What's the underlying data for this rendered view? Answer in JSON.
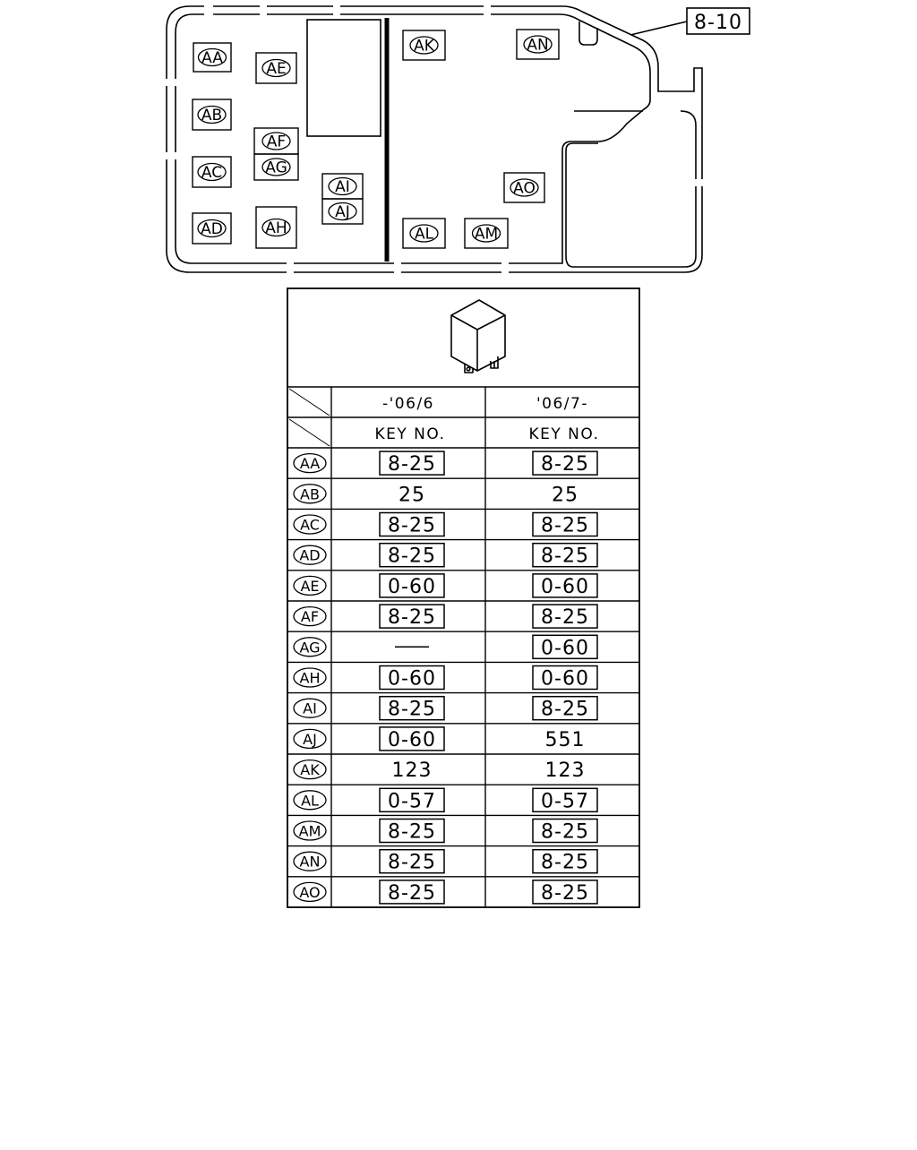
{
  "reference_callout": "8-10",
  "box_labels": [
    "AA",
    "AB",
    "AC",
    "AD",
    "AE",
    "AF",
    "AG",
    "AH",
    "AI",
    "AJ",
    "AK",
    "AL",
    "AM",
    "AN",
    "AO"
  ],
  "table": {
    "columns": [
      "-'06/6",
      "'06/7-"
    ],
    "subheader": [
      "KEY NO.",
      "KEY NO."
    ],
    "rows": [
      {
        "key": "AA",
        "cells": [
          {
            "text": "8-25",
            "boxed": true
          },
          {
            "text": "8-25",
            "boxed": true
          }
        ]
      },
      {
        "key": "AB",
        "cells": [
          {
            "text": "25",
            "boxed": false
          },
          {
            "text": "25",
            "boxed": false
          }
        ]
      },
      {
        "key": "AC",
        "cells": [
          {
            "text": "8-25",
            "boxed": true
          },
          {
            "text": "8-25",
            "boxed": true
          }
        ]
      },
      {
        "key": "AD",
        "cells": [
          {
            "text": "8-25",
            "boxed": true
          },
          {
            "text": "8-25",
            "boxed": true
          }
        ]
      },
      {
        "key": "AE",
        "cells": [
          {
            "text": "0-60",
            "boxed": true
          },
          {
            "text": "0-60",
            "boxed": true
          }
        ]
      },
      {
        "key": "AF",
        "cells": [
          {
            "text": "8-25",
            "boxed": true
          },
          {
            "text": "8-25",
            "boxed": true
          }
        ]
      },
      {
        "key": "AG",
        "cells": [
          {
            "text": "",
            "boxed": false,
            "dash": true
          },
          {
            "text": "0-60",
            "boxed": true
          }
        ]
      },
      {
        "key": "AH",
        "cells": [
          {
            "text": "0-60",
            "boxed": true
          },
          {
            "text": "0-60",
            "boxed": true
          }
        ]
      },
      {
        "key": "AI",
        "cells": [
          {
            "text": "8-25",
            "boxed": true
          },
          {
            "text": "8-25",
            "boxed": true
          }
        ]
      },
      {
        "key": "AJ",
        "cells": [
          {
            "text": "0-60",
            "boxed": true
          },
          {
            "text": "551",
            "boxed": false
          }
        ]
      },
      {
        "key": "AK",
        "cells": [
          {
            "text": "123",
            "boxed": false
          },
          {
            "text": "123",
            "boxed": false
          }
        ]
      },
      {
        "key": "AL",
        "cells": [
          {
            "text": "0-57",
            "boxed": true
          },
          {
            "text": "0-57",
            "boxed": true
          }
        ]
      },
      {
        "key": "AM",
        "cells": [
          {
            "text": "8-25",
            "boxed": true
          },
          {
            "text": "8-25",
            "boxed": true
          }
        ]
      },
      {
        "key": "AN",
        "cells": [
          {
            "text": "8-25",
            "boxed": true
          },
          {
            "text": "8-25",
            "boxed": true
          }
        ]
      },
      {
        "key": "AO",
        "cells": [
          {
            "text": "8-25",
            "boxed": true
          },
          {
            "text": "8-25",
            "boxed": true
          }
        ]
      }
    ]
  }
}
